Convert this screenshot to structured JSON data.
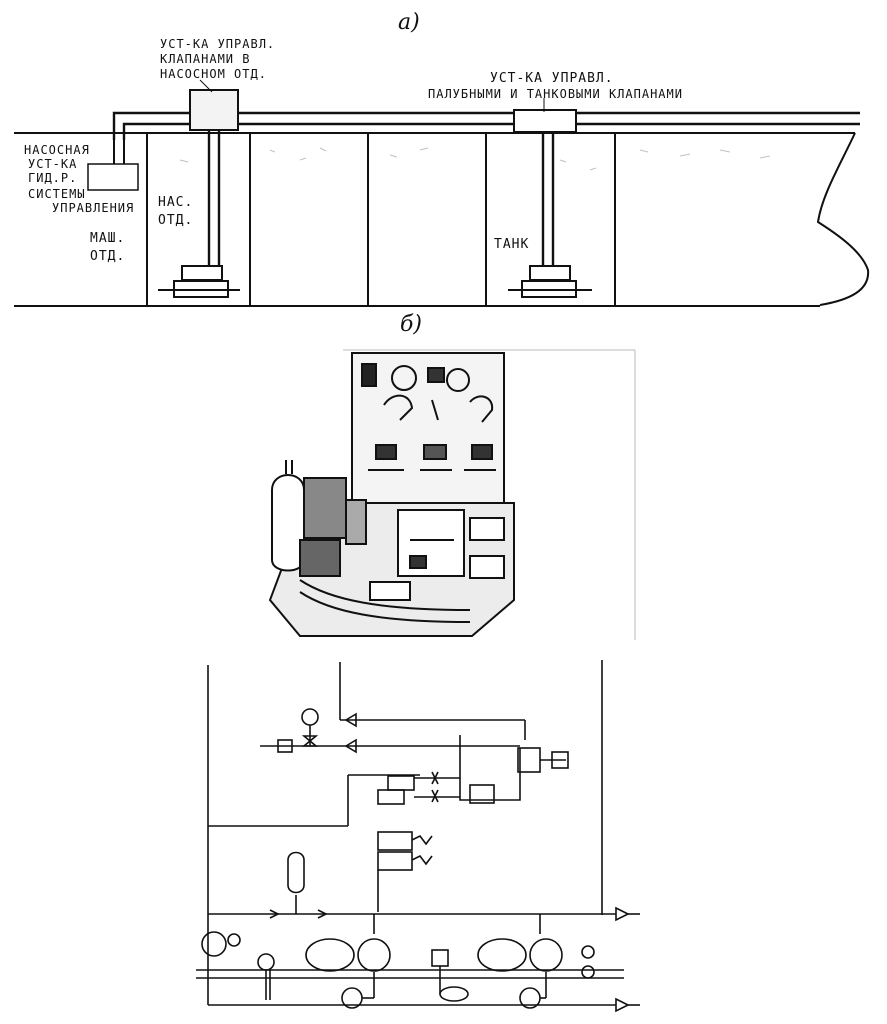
{
  "figure": {
    "part_a_label": "а)",
    "part_b_label": "б)"
  },
  "labels": {
    "control_pump_room": [
      "УСТ-КА УПРАВЛ.",
      "КЛАПАНАМИ В",
      "НАСОСНОМ ОТД."
    ],
    "control_deck_tank": [
      "УСТ-КА УПРАВЛ.",
      "ПАЛУБНЫМИ И ТАНКОВЫМИ КЛАПАНАМИ"
    ],
    "pump_unit": [
      "НАСОСНАЯ",
      "УСТ-КА",
      "ГИД.Р.",
      "СИСТЕМЫ",
      "УПРАВЛЕНИЯ"
    ],
    "pump_room": [
      "НАС.",
      "ОТД."
    ],
    "engine_room": [
      "МАШ.",
      "ОТД."
    ],
    "tank": "ТАНК"
  }
}
